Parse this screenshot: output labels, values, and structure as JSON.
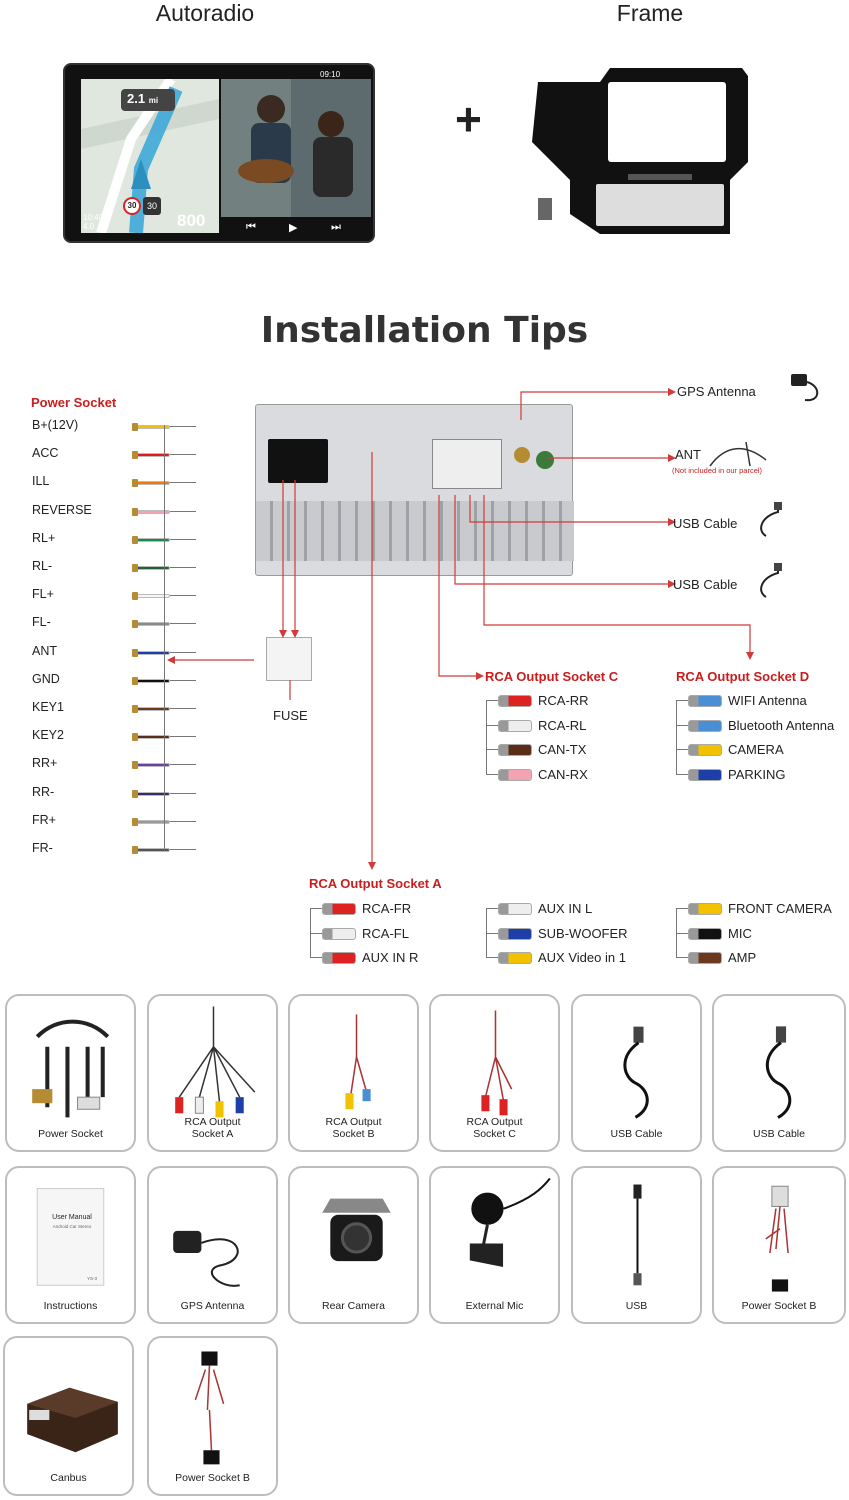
{
  "header": {
    "autoradio": "Autoradio",
    "frame": "Frame",
    "plus": "+"
  },
  "radio_screen": {
    "distance": "2.1",
    "distance_unit": "mi",
    "clock": "09:10",
    "speed_limit": "30",
    "speed_current": "30",
    "trip_time": "10:40",
    "trip_dist": "4.0",
    "counter": "800"
  },
  "title": "Installation Tips",
  "power_socket": {
    "label": "Power Socket",
    "wires": [
      {
        "name": "B+(12V)",
        "color": "#f2c200"
      },
      {
        "name": "ACC",
        "color": "#e01b1b"
      },
      {
        "name": "ILL",
        "color": "#ef7a12"
      },
      {
        "name": "REVERSE",
        "color": "#f4a3b3"
      },
      {
        "name": "RL+",
        "color": "#1a8a4a"
      },
      {
        "name": "RL-",
        "color": "#1f5e36"
      },
      {
        "name": "FL+",
        "color": "#f4f4f4"
      },
      {
        "name": "FL-",
        "color": "#8a8a8a"
      },
      {
        "name": "ANT",
        "color": "#1f3fa8"
      },
      {
        "name": "GND",
        "color": "#111111"
      },
      {
        "name": "KEY1",
        "color": "#6b3a1e"
      },
      {
        "name": "KEY2",
        "color": "#5a2e16"
      },
      {
        "name": "RR+",
        "color": "#6a3fa8"
      },
      {
        "name": "RR-",
        "color": "#3a2a6a"
      },
      {
        "name": "FR+",
        "color": "#9a9a9a"
      },
      {
        "name": "FR-",
        "color": "#555555"
      }
    ]
  },
  "fuse_label": "FUSE",
  "right_items": {
    "gps": "GPS Antenna",
    "ant": "ANT",
    "ant_note": "(Not included in our parcel)",
    "usb1": "USB Cable",
    "usb2": "USB Cable"
  },
  "rca_c": {
    "label": "RCA Output Socket C",
    "items": [
      "RCA-RR",
      "RCA-RL",
      "CAN-TX",
      "CAN-RX"
    ]
  },
  "rca_d": {
    "label": "RCA Output Socket D",
    "items": [
      "WIFI Antenna",
      "Bluetooth Antenna",
      "CAMERA",
      "PARKING"
    ]
  },
  "rca_a": {
    "label": "RCA Output Socket A",
    "col1": [
      "RCA-FR",
      "RCA-FL",
      "AUX IN R"
    ],
    "col2": [
      "AUX IN L",
      "SUB-WOOFER",
      "AUX Video in 1"
    ],
    "col3": [
      "FRONT CAMERA",
      "MIC",
      "AMP"
    ]
  },
  "cards": [
    {
      "label": "Power Socket"
    },
    {
      "label": "RCA Output\nSocket A"
    },
    {
      "label": "RCA Output\nSocket B"
    },
    {
      "label": "RCA Output\nSocket C"
    },
    {
      "label": "USB Cable"
    },
    {
      "label": "USB Cable"
    },
    {
      "label": "Instructions",
      "manual_title": "User Manual",
      "manual_sub": "Android Car Stereo",
      "manual_code": "YS-3"
    },
    {
      "label": "GPS Antenna"
    },
    {
      "label": "Rear Camera"
    },
    {
      "label": "External Mic"
    },
    {
      "label": "USB"
    },
    {
      "label": "Power Socket B"
    },
    {
      "label": "Canbus"
    },
    {
      "label": "Power Socket B"
    }
  ],
  "colors": {
    "accent_red": "#c81e1e",
    "line_red": "#d23a3a",
    "card_border": "#bdbdbd"
  }
}
